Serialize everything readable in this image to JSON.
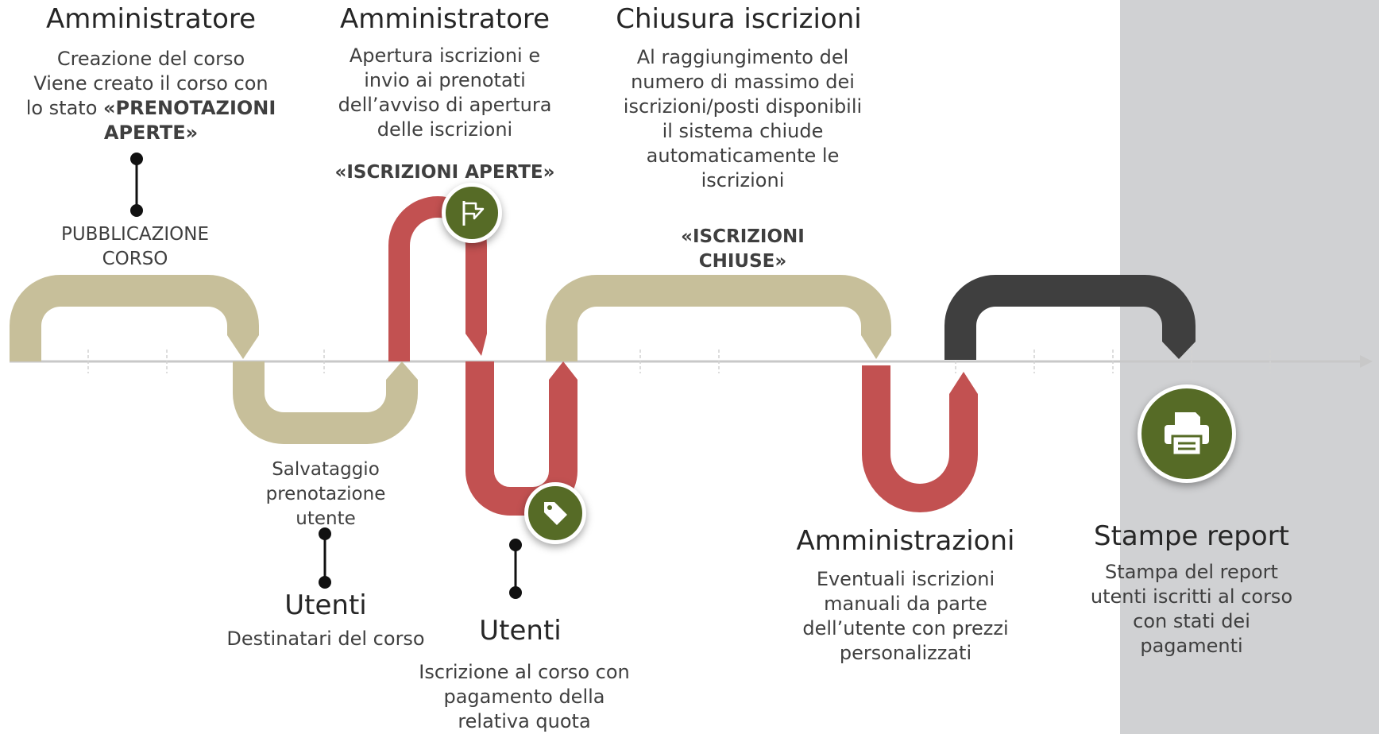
{
  "colors": {
    "admin_band": "#c7bf9a",
    "user_band": "#c25151",
    "report_band": "#3f3f3f",
    "icon_bg": "#566b26",
    "axis": "#c8c8c8",
    "panel": "#d0d1d3"
  },
  "steps": {
    "admin1": {
      "title": "Amministratore",
      "desc_lines": [
        "Creazione del corso",
        "Viene creato il corso con",
        "lo stato "
      ],
      "desc_bold": "«PRENOTAZIONI APERTE»",
      "status_line1": "PUBBLICAZIONE",
      "status_line2": "CORSO"
    },
    "users1": {
      "title": "Utenti",
      "desc": "Destinatari del corso",
      "status_line1": "Salvataggio",
      "status_line2": "prenotazione",
      "status_line3": "utente"
    },
    "admin2": {
      "title": "Amministratore",
      "desc_line1": "Apertura iscrizioni e",
      "desc_line2": "invio ai prenotati",
      "desc_line3": "dell’avviso di apertura",
      "desc_line4": "delle iscrizioni",
      "status": "«ISCRIZIONI APERTE»",
      "icon": "flag-icon"
    },
    "users2": {
      "title": "Utenti",
      "desc_line1": "Iscrizione al corso con",
      "desc_line2": "pagamento della",
      "desc_line3": "relativa quota",
      "icon": "tag-icon"
    },
    "closing": {
      "title": "Chiusura iscrizioni",
      "desc_line1": "Al raggiungimento del",
      "desc_line2": "numero di massimo dei",
      "desc_line3": "iscrizioni/posti disponibili",
      "desc_line4": "il sistema chiude",
      "desc_line5": "automaticamente le",
      "desc_line6": "iscrizioni",
      "status_line1": "«ISCRIZIONI",
      "status_line2": "CHIUSE»"
    },
    "admins3": {
      "title": "Amministrazioni",
      "desc_line1": "Eventuali iscrizioni",
      "desc_line2": "manuali da parte",
      "desc_line3": "dell’utente con prezzi",
      "desc_line4": "personalizzati"
    },
    "reports": {
      "title": "Stampe report",
      "desc_line1": "Stampa del report",
      "desc_line2": "utenti iscritti al corso",
      "desc_line3": "con stati dei",
      "desc_line4": "pagamenti",
      "icon": "printer-icon"
    }
  }
}
